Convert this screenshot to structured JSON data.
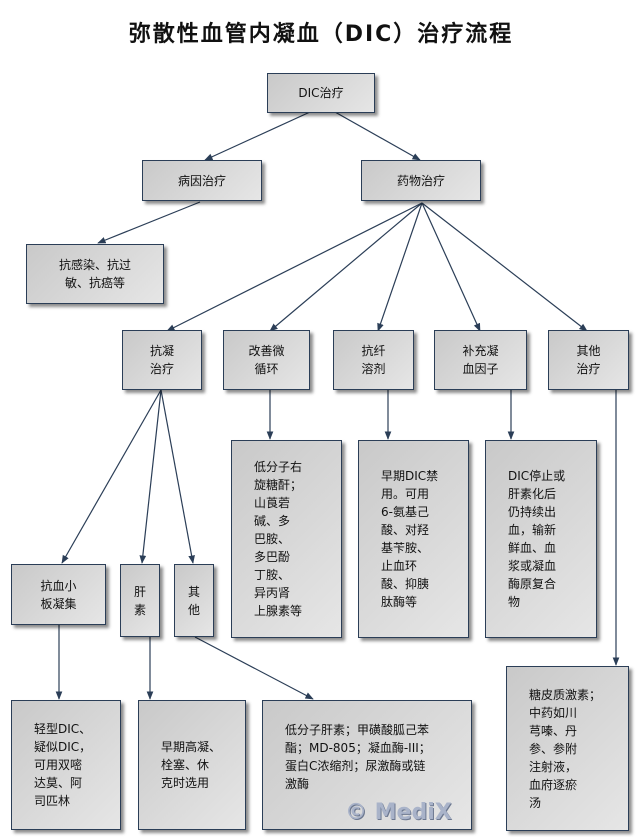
{
  "title": "弥散性血管内凝血（DIC）治疗流程",
  "watermark": "© MediX",
  "colors": {
    "line": "#2b3e57",
    "box_fill_start": "#c9c9c9",
    "box_fill_end": "#e6e6e6"
  },
  "nodes": {
    "root": "DIC治疗",
    "cause": "病因治疗",
    "drug": "药物治疗",
    "cause_detail": "抗感染、抗过\n敏、抗癌等",
    "anticoag": "抗凝\n治疗",
    "microcirc": "改善微\n循环",
    "fibrinolytic": "抗纤\n溶剂",
    "supplement": "补充凝\n血因子",
    "other_treat": "其他\n治疗",
    "microcirc_detail": "低分子右\n旋糖酐；\n山莨菪\n碱、多\n巴胺、\n多巴酚\n丁胺、\n异丙肾\n上腺素等",
    "fibrinolytic_detail": "早期DIC禁\n用。可用\n6-氨基己\n酸、对羟\n基苄胺、\n止血环\n酸、抑胰\n肽酶等",
    "supplement_detail": "DIC停止或\n肝素化后\n仍持续出\n血，输新\n鲜血、血\n浆或凝血\n酶原复合\n物",
    "antiplatelet": "抗血小\n板凝集",
    "heparin": "肝\n素",
    "other_anticoag": "其\n他",
    "antiplatelet_detail": "轻型DIC、\n疑似DIC，\n可用双嘧\n达莫、阿\n司匹林",
    "heparin_detail": "早期高凝、\n栓塞、休\n克时选用",
    "other_anticoag_detail": "低分子肝素；甲磺酸胍己苯\n酯；MD-805；凝血酶-III；\n蛋白C浓缩剂；尿激酶或链\n激酶",
    "other_treat_detail": "糖皮质激素；\n中药如川\n芎嗪、丹\n参、参附\n注射液，\n血府逐瘀\n汤"
  }
}
